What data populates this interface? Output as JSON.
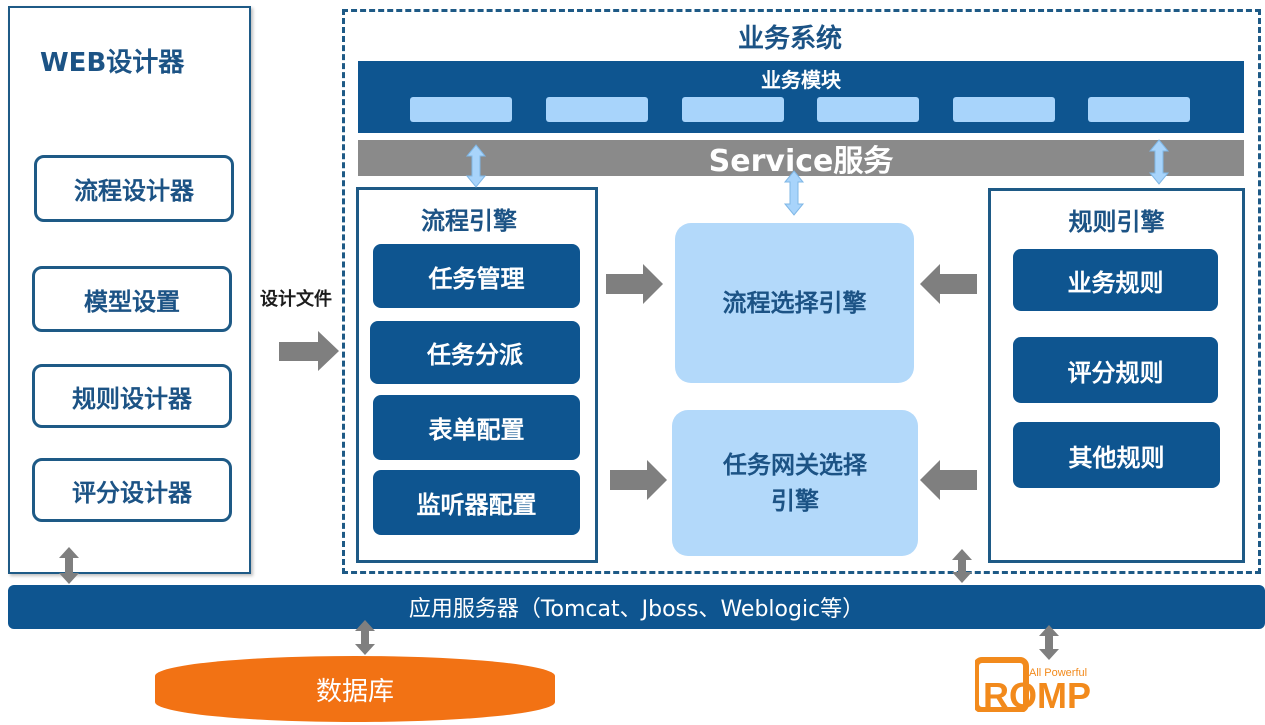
{
  "web_designer": {
    "title": "WEB设计器",
    "items": [
      "流程设计器",
      "模型设置",
      "规则设计器",
      "评分设计器"
    ]
  },
  "business_system": {
    "title": "业务系统",
    "module_title": "业务模块",
    "service_label": "Service服务"
  },
  "process_engine": {
    "title": "流程引擎",
    "items": [
      "任务管理",
      "任务分派",
      "表单配置",
      "监听器配置"
    ]
  },
  "selector_engines": {
    "process_select": "流程选择引擎",
    "task_gateway_line1": "任务网关选择",
    "task_gateway_line2": "引擎"
  },
  "rule_engine": {
    "title": "规则引擎",
    "items": [
      "业务规则",
      "评分规则",
      "其他规则"
    ]
  },
  "design_file_label": "设计文件",
  "app_server_label": "应用服务器（Tomcat、Jboss、Weblogic等）",
  "database_label": "数据库",
  "logo": {
    "tagline": "All Powerful",
    "letters": "ROMP"
  },
  "colors": {
    "dark_blue": "#0e5590",
    "light_blue": "#b3d9fa",
    "service_gray": "#8a8a8a",
    "database_orange": "#f27214",
    "arrow_gray": "#7f7f7f"
  }
}
